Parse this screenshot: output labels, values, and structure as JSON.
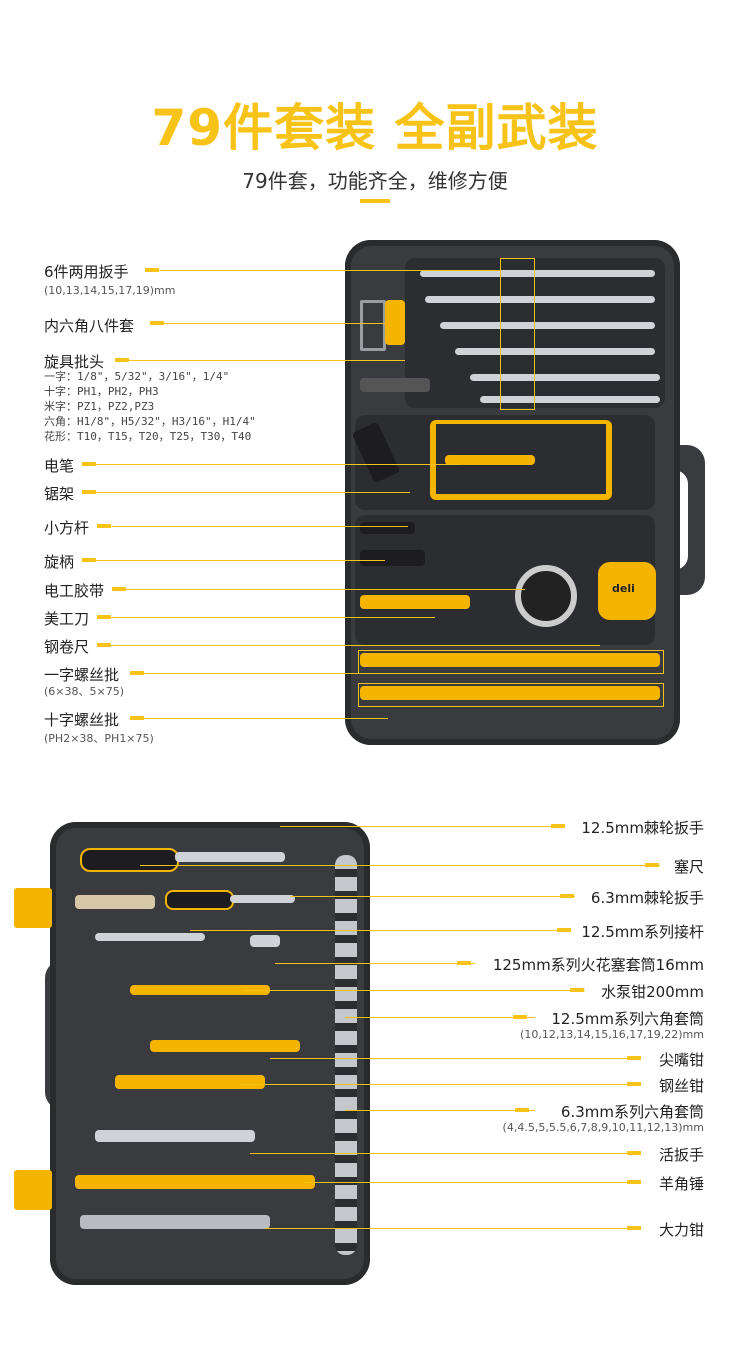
{
  "header": {
    "title": "79件套装 全副武装",
    "subtitle": "79件套，功能齐全，维修方便"
  },
  "colors": {
    "accent": "#f7c318",
    "case": "#3a3b3e"
  },
  "top_case_labels": [
    {
      "label": "6件两用扳手",
      "sub": "(10,13,14,15,17,19)mm"
    },
    {
      "label": "内六角八件套"
    },
    {
      "label": "旋具批头",
      "specs": [
        "一字：1/8\"，5/32\"，3/16\"，1/4\"",
        "十字：PH1，PH2，PH3",
        "米字：PZ1，PZ2,PZ3",
        "六角：H1/8\"，H5/32\"，H3/16\"，H1/4\"",
        "花形：T10，T15，T20，T25，T30，T40"
      ]
    },
    {
      "label": "电笔"
    },
    {
      "label": "锯架"
    },
    {
      "label": "小方杆"
    },
    {
      "label": "旋柄"
    },
    {
      "label": "电工胶带"
    },
    {
      "label": "美工刀"
    },
    {
      "label": "钢卷尺"
    },
    {
      "label": "一字螺丝批",
      "sub": "(6×38、5×75)"
    },
    {
      "label": "十字螺丝批",
      "sub": "(PH2×38、PH1×75)"
    }
  ],
  "bottom_case_labels": [
    {
      "label": "12.5mm棘轮扳手"
    },
    {
      "label": "塞尺"
    },
    {
      "label": "6.3mm棘轮扳手"
    },
    {
      "label": "12.5mm系列接杆"
    },
    {
      "label": "125mm系列火花塞套筒16mm"
    },
    {
      "label": "水泵钳200mm"
    },
    {
      "label": "12.5mm系列六角套筒",
      "sub": "(10,12,13,14,15,16,17,19,22)mm"
    },
    {
      "label": "尖嘴钳"
    },
    {
      "label": "钢丝钳"
    },
    {
      "label": "6.3mm系列六角套筒",
      "sub": "(4,4.5,5,5.5,6,7,8,9,10,11,12,13)mm"
    },
    {
      "label": "活扳手"
    },
    {
      "label": "羊角锤"
    },
    {
      "label": "大力钳"
    }
  ],
  "tape_brand": "deli"
}
